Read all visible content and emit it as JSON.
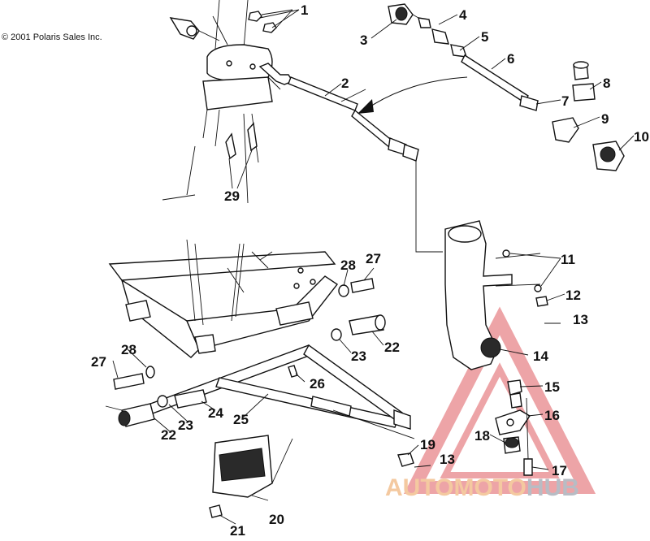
{
  "copyright": "© 2001 Polaris Sales Inc.",
  "watermark": {
    "part1": "AUTOMOTO",
    "part2": "HUB",
    "color1": "#f4c9a0",
    "color2": "#b8bcc4",
    "triangle_color": "#e8868a"
  },
  "callouts": [
    "1",
    "2",
    "3",
    "4",
    "5",
    "6",
    "7",
    "8",
    "9",
    "10",
    "11",
    "12",
    "13",
    "14",
    "15",
    "16",
    "17",
    "18",
    "19",
    "13",
    "20",
    "21",
    "22",
    "22",
    "23",
    "23",
    "24",
    "25",
    "26",
    "27",
    "27",
    "28",
    "28",
    "29"
  ]
}
